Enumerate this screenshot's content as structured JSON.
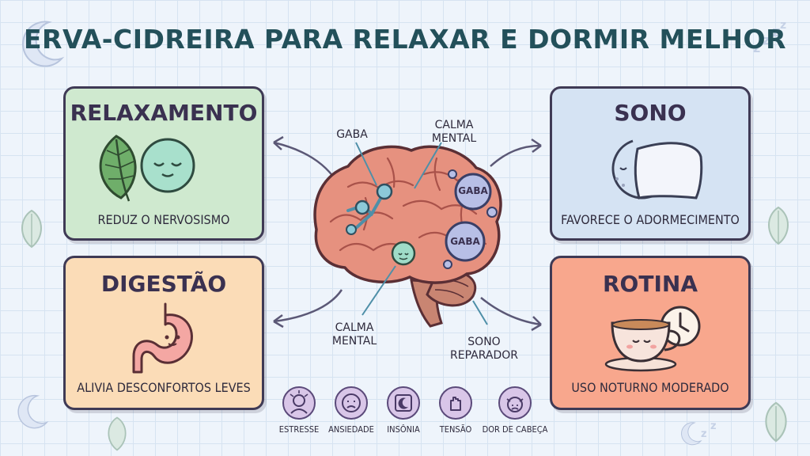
{
  "title": "ERVA-CIDREIRA PARA RELAXAR E DORMIR MELHOR",
  "cards": {
    "relax": {
      "heading": "RELAXAMENTO",
      "caption": "REDUZ O NERVOSISMO"
    },
    "digest": {
      "heading": "DIGESTÃO",
      "caption": "ALIVIA DESCONFORTOS LEVES"
    },
    "sleep": {
      "heading": "SONO",
      "caption": "FAVORECE O ADORMECIMENTO"
    },
    "routine": {
      "heading": "ROTINA",
      "caption": "USO NOTURNO MODERADO"
    }
  },
  "brain_labels": {
    "gaba": "GABA",
    "calma_top": "CALMA\nMENTAL",
    "calma_bottom": "CALMA\nMENTAL",
    "sono": "SONO\nREPARADOR",
    "bubble1": "GABA",
    "bubble2": "GABA"
  },
  "symptoms": [
    "ESTRESSE",
    "ANSIEDADE",
    "INSÔNIA",
    "TENSÃO",
    "DOR DE CABEÇA"
  ],
  "colors": {
    "title": "#23505a",
    "relax": "#cfe9cf",
    "digest": "#fbdcb7",
    "sleep": "#d5e3f3",
    "routine": "#f8a78d",
    "symptom": "#d9c6e8"
  },
  "icons": [
    "moon-icon",
    "zzz-icon",
    "leaf-icon",
    "calm-face-icon",
    "stomach-icon",
    "pillow-icon",
    "tea-cup-icon",
    "clock-icon",
    "brain-icon"
  ]
}
